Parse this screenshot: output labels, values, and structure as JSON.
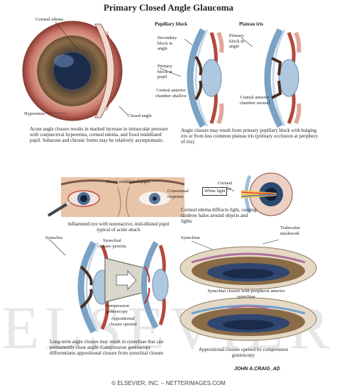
{
  "title": "Primary Closed Angle Glaucoma",
  "watermark": "ELSEVIER",
  "footer": "© ELSEVIER, INC. – NETTERIMAGES.COM",
  "signature": "JOHN A.CRAIG_AD",
  "panel_eye": {
    "corneal_edema": "Corneal edema",
    "hyperemia": "Hyperemia",
    "closed_angle": "Closed angle",
    "caption": "Acute angle closure results in marked increase in intraocular pressure with conjunctival hyperemia, corneal edema, and fixed middilated pupil. Subacute and chronic forms may be relatively asymptomatic."
  },
  "panel_block": {
    "pupillary_block": "Pupillary block",
    "plateau_iris": "Plateau iris",
    "secondary_block": "Secondary block in angle",
    "primary_block": "Primary block at pupil",
    "central_chamber_shallow": "Central anterior chamber shallow",
    "primary_block_angle": "Primary block in angle",
    "central_chamber_normal": "Central anterior chamber normal",
    "caption": "Angle closure may result from primary pupillary block with bulging iris or from less common plateau iris (primary occlusion at periphery of iris)"
  },
  "panel_face": {
    "fixed_pupil": "Fixed, middilated pupil",
    "consensual": "Consensual response",
    "caption": "Inflammed eye with nonreactive, mid-dilated pupil typical of acute attack"
  },
  "panel_light": {
    "corneal_edema": "Corneal edema",
    "white_light": "White light",
    "caption": "Corneal edema diffracts light, causing rainbow halos around objects and lights"
  },
  "panel_synechia": {
    "synechia": "Synechia",
    "synechial_persists": "Synechial closure persists",
    "compression": "Compression gonioscopy",
    "appositional": "Appositional closure opened",
    "caption": "Long-term angle closure may result in synechiae that can permanently close angle. Compression gonioscopy differentiates appositional closure from synechial closure"
  },
  "panel_gonio": {
    "synechiae": "Synechiae",
    "trabecular": "Trabecular meshwork",
    "synechial_peripheral": "Synechial closure with peripheral anterior synechiae",
    "caption": "Appositional closure opened by compression gonioscopy"
  }
}
